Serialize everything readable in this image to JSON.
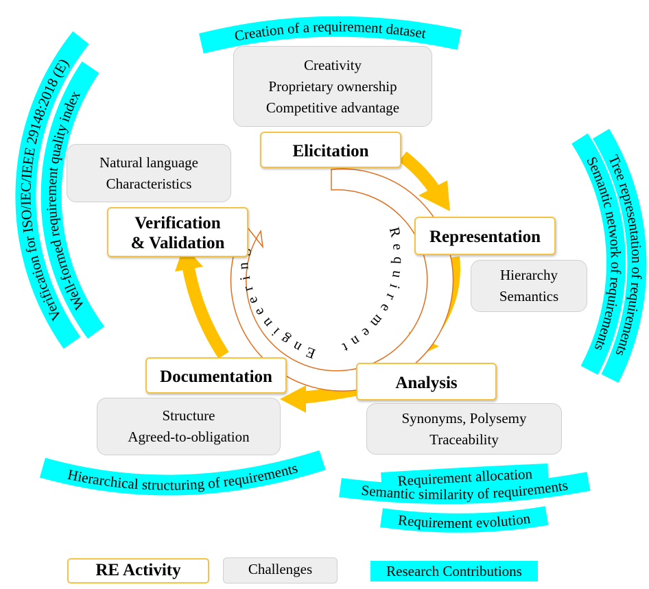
{
  "activities": {
    "elicitation": "Elicitation",
    "representation": "Representation",
    "analysis": "Analysis",
    "documentation": "Documentation",
    "verification_line1": "Verification",
    "verification_line2": "& Validation"
  },
  "challenges": {
    "elicitation": [
      "Creativity",
      "Proprietary ownership",
      "Competitive advantage"
    ],
    "verification": [
      "Natural language",
      "Characteristics"
    ],
    "representation": [
      "Hierarchy",
      "Semantics"
    ],
    "analysis": [
      "Synonyms, Polysemy",
      "Traceability"
    ],
    "documentation": [
      "Structure",
      "Agreed-to-obligation"
    ]
  },
  "contributions": {
    "top": "Creation of a requirement dataset",
    "left_outer": "Verification for ISO/IEC/IEEE 29148:2018 (E)",
    "left_inner": "Well-formed requirement quality index",
    "right_outer": "Tree representation of requirements",
    "right_inner": "Semantic network of requirements",
    "bottom_left": "Hierarchical structuring of requirements",
    "bottom_right_1": "Requirement allocation",
    "bottom_right_2": "Semantic similarity of requirements",
    "bottom_right_3": "Requirement evolution"
  },
  "center_arrow": {
    "word1": "Requirement",
    "word2": "Engineering"
  },
  "legend": {
    "activity": "RE Activity",
    "challenges": "Challenges",
    "contributions": "Research Contributions"
  },
  "colors": {
    "activity_border": "#f5c242",
    "cycle_arrow": "#ffc000",
    "challenge_fill": "#eeeeee",
    "contribution_fill": "#00ffff",
    "center_arrow_stroke": "#e07020"
  }
}
